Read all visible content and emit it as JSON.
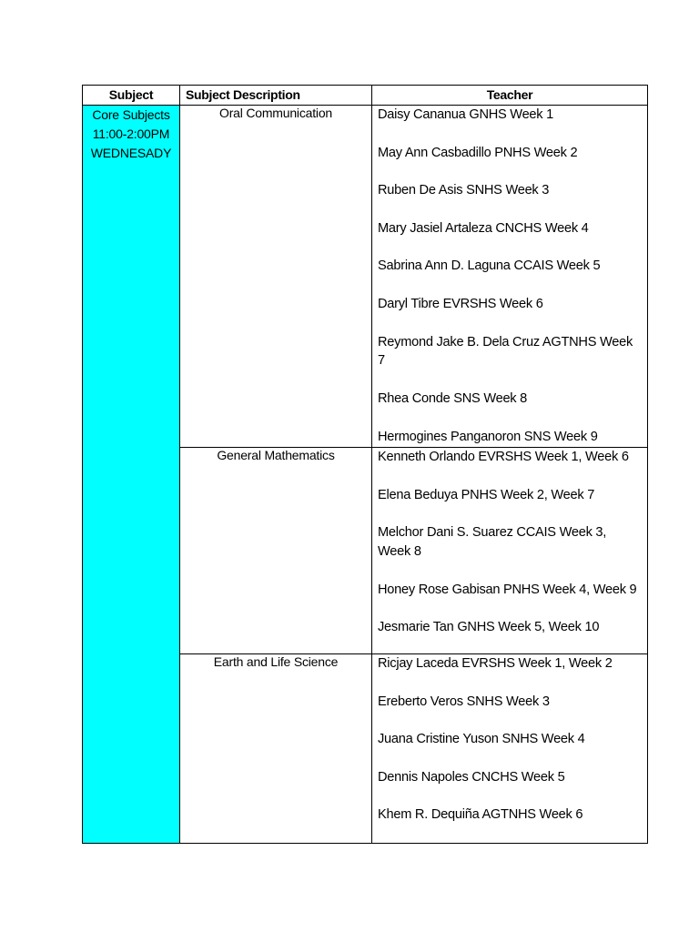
{
  "headers": {
    "subject": "Subject",
    "description": "Subject Description",
    "teacher": "Teacher"
  },
  "core": {
    "line1": "Core Subjects",
    "line2": "11:00-2:00PM",
    "line3": "WEDNESADY"
  },
  "groups": [
    {
      "description": "Oral Communication",
      "teachers": [
        "Daisy Cananua GNHS  Week 1",
        "May Ann Casbadillo PNHS  Week 2",
        "Ruben De Asis SNHS  Week 3",
        "Mary Jasiel Artaleza CNCHS Week 4",
        "Sabrina Ann D. Laguna CCAIS Week 5",
        "Daryl Tibre EVRSHS Week 6",
        "Reymond Jake B. Dela Cruz AGTNHS Week 7",
        "Rhea Conde SNS Week 8",
        "Hermogines Panganoron SNS Week 9"
      ]
    },
    {
      "description": "General Mathematics",
      "teachers": [
        "Kenneth Orlando EVRSHS Week 1, Week 6",
        "Elena Beduya PNHS Week 2, Week 7",
        "Melchor Dani S. Suarez CCAIS Week 3, Week 8",
        "Honey Rose Gabisan PNHS Week 4, Week 9",
        "Jesmarie Tan GNHS Week 5, Week 10"
      ]
    },
    {
      "description": "Earth and Life Science",
      "teachers": [
        "Ricjay Laceda EVRSHS Week 1, Week 2",
        "Ereberto Veros SNHS Week 3",
        "Juana Cristine Yuson SNHS Week 4",
        "Dennis Napoles CNCHS Week 5",
        "Khem R. Dequiña AGTNHS Week 6"
      ]
    }
  ]
}
